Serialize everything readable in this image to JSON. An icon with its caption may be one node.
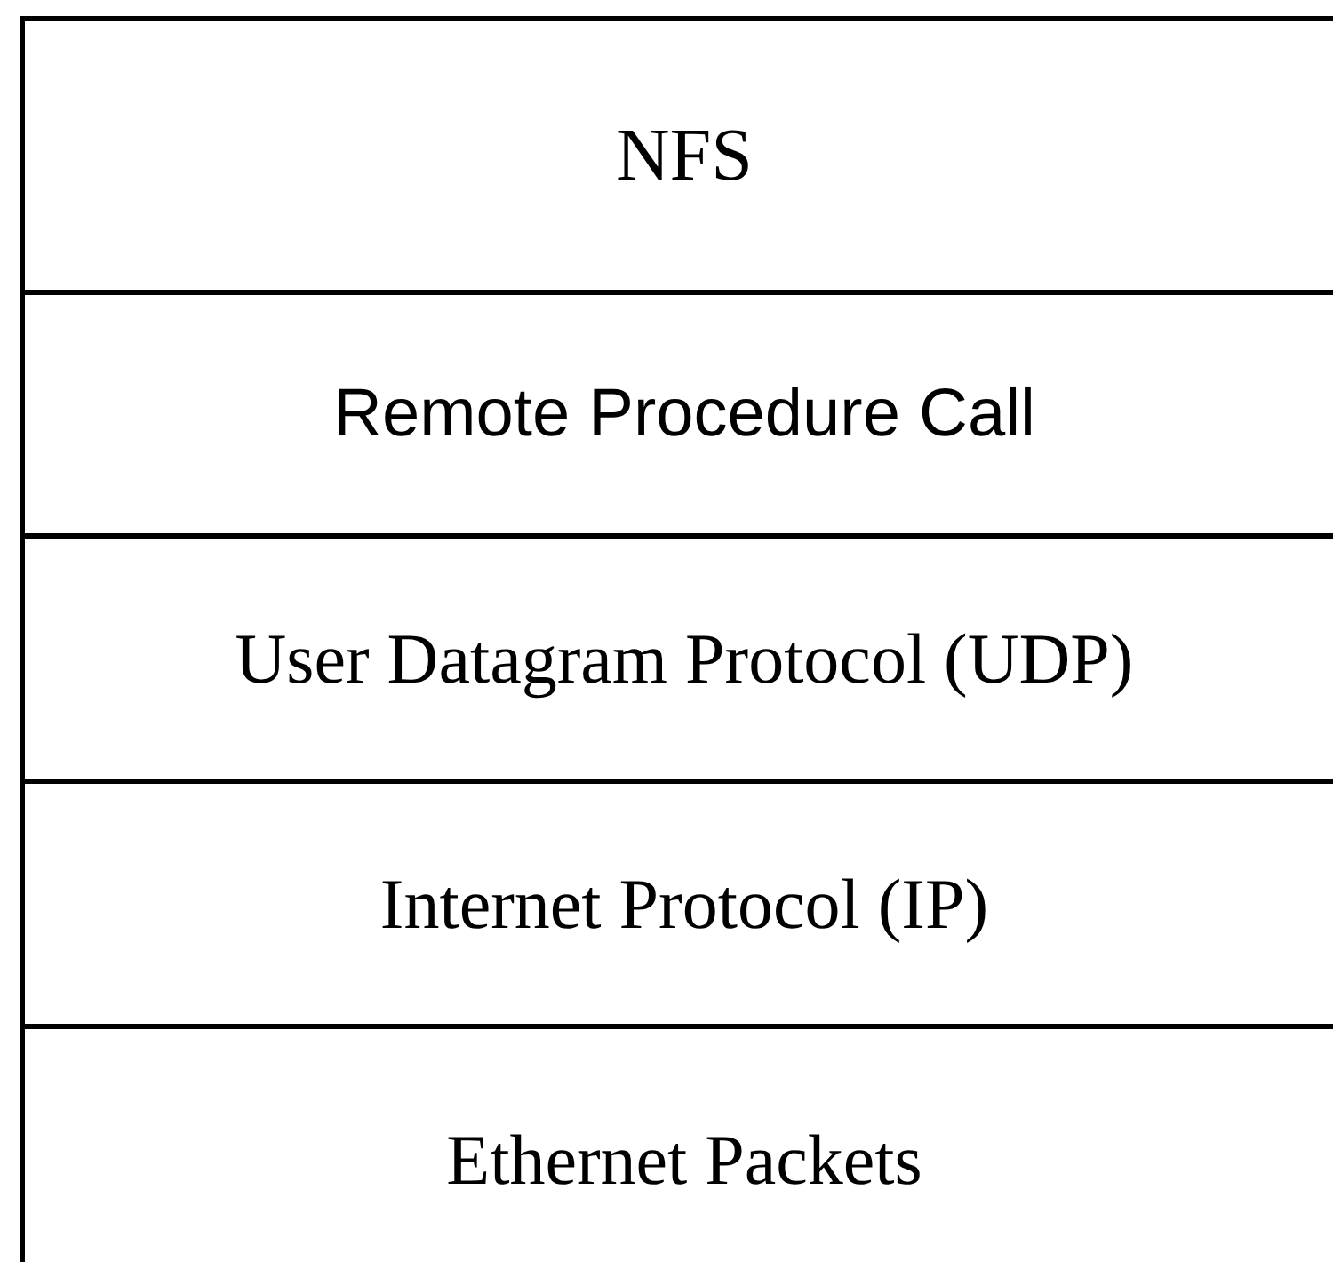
{
  "diagram": {
    "nodes": [
      {
        "text": [
          "NFS"
        ]
      },
      {
        "text": [
          "Remote Procedure Call"
        ]
      },
      {
        "text": [
          "User Datagram Protocol (UDP)"
        ]
      },
      {
        "text": [
          "Internet Protocol (IP)"
        ]
      },
      {
        "text": [
          "Ethernet Packets"
        ]
      }
    ]
  }
}
